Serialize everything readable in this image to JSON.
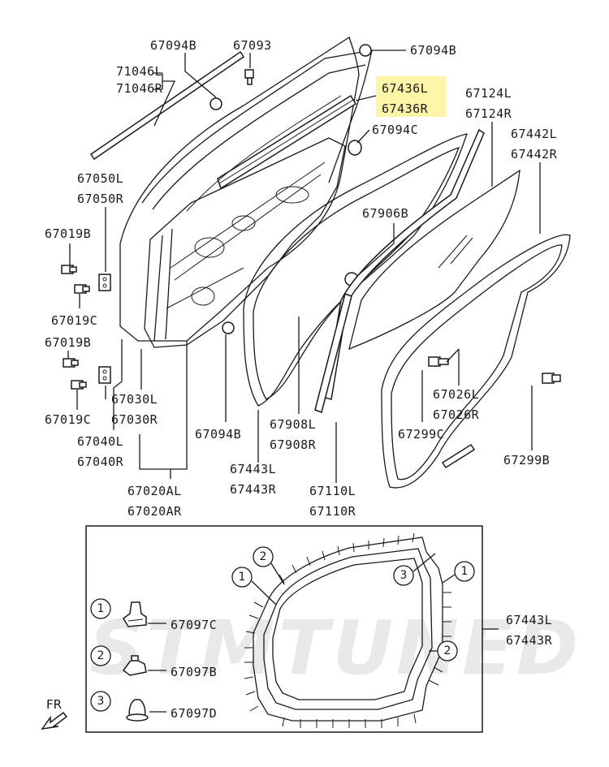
{
  "watermark": "STMTUNED",
  "direction_label": "FR",
  "labels": {
    "p67094B_a": "67094B",
    "p67093": "67093",
    "p67094B_b": "67094B",
    "p71046L": "71046L",
    "p71046R": "71046R",
    "p67436L": "67436L",
    "p67436R": "67436R",
    "p67124L": "67124L",
    "p67124R": "67124R",
    "p67094C": "67094C",
    "p67442L": "67442L",
    "p67442R": "67442R",
    "p67050L": "67050L",
    "p67050R": "67050R",
    "p67906B": "67906B",
    "p67019B_a": "67019B",
    "p67019C_a": "67019C",
    "p67019B_b": "67019B",
    "p67019C_b": "67019C",
    "p67030L": "67030L",
    "p67030R": "67030R",
    "p67040L": "67040L",
    "p67040R": "67040R",
    "p67094B_c": "67094B",
    "p67908L": "67908L",
    "p67908R": "67908R",
    "p67026L": "67026L",
    "p67026R": "67026R",
    "p67299C": "67299C",
    "p67299B": "67299B",
    "p67443L_a": "67443L",
    "p67443R_a": "67443R",
    "p67020AL": "67020AL",
    "p67020AR": "67020AR",
    "p67110L": "67110L",
    "p67110R": "67110R",
    "p67443L_b": "67443L",
    "p67443R_b": "67443R",
    "p67097C": "67097C",
    "p67097B": "67097B",
    "p67097D": "67097D"
  },
  "callouts": {
    "c1a": "1",
    "c2a": "2",
    "c3a": "3",
    "c1b": "1",
    "c2b": "2",
    "leg1": "1",
    "leg2": "2",
    "leg3": "3"
  },
  "colors": {
    "highlight": "#fdf6a8",
    "ink": "#1a1a1a"
  }
}
